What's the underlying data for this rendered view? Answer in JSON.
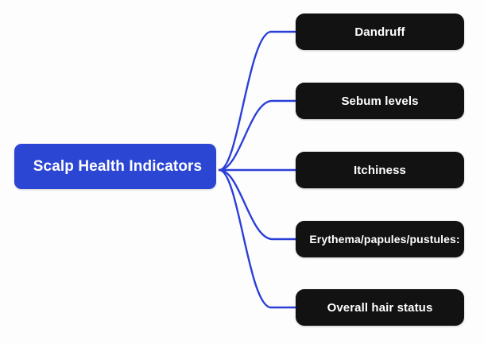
{
  "diagram": {
    "type": "mind-map",
    "background_color": "#fdfdfd",
    "connector_color": "#2b3fd8",
    "root": {
      "label": "Scalp Health Indicators",
      "fill_color": "#2c46d4",
      "text_color": "#ffffff"
    },
    "branches": [
      {
        "label": "Dandruff",
        "fill_color": "#121212",
        "text_color": "#ffffff"
      },
      {
        "label": "Sebum levels",
        "fill_color": "#121212",
        "text_color": "#ffffff"
      },
      {
        "label": "Itchiness",
        "fill_color": "#121212",
        "text_color": "#ffffff"
      },
      {
        "label": "Erythema/papules/pustules:",
        "fill_color": "#121212",
        "text_color": "#ffffff"
      },
      {
        "label": "Overall hair status",
        "fill_color": "#121212",
        "text_color": "#ffffff"
      }
    ]
  }
}
